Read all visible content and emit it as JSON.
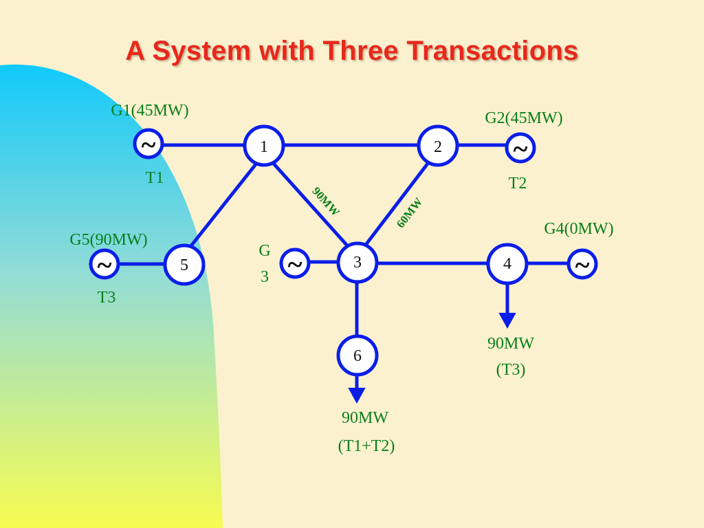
{
  "title": "A System with Three Transactions",
  "colors": {
    "line": "#0b1ee8",
    "label": "#097e1a",
    "title": "#e8281c",
    "background": "#fbf1cf"
  },
  "buses": [
    "1",
    "2",
    "3",
    "4",
    "5",
    "6"
  ],
  "generators": {
    "g1": {
      "label": "G1(45MW)",
      "transaction": "T1"
    },
    "g2": {
      "label": "G2(45MW)",
      "transaction": "T2"
    },
    "g3": {
      "label_line1": "G",
      "label_line2": "3"
    },
    "g4": {
      "label": "G4(0MW)"
    },
    "g5": {
      "label": "G5(90MW)",
      "transaction": "T3"
    }
  },
  "flows": {
    "line_1_3": "90MW",
    "line_2_3": "60MW"
  },
  "loads": {
    "bus4": {
      "amount": "90MW",
      "transaction": "(T3)"
    },
    "bus6": {
      "amount": "90MW",
      "transaction": "(T1+T2)"
    }
  },
  "icons": {
    "generator": "sine-source-icon",
    "load": "down-arrow-icon"
  }
}
